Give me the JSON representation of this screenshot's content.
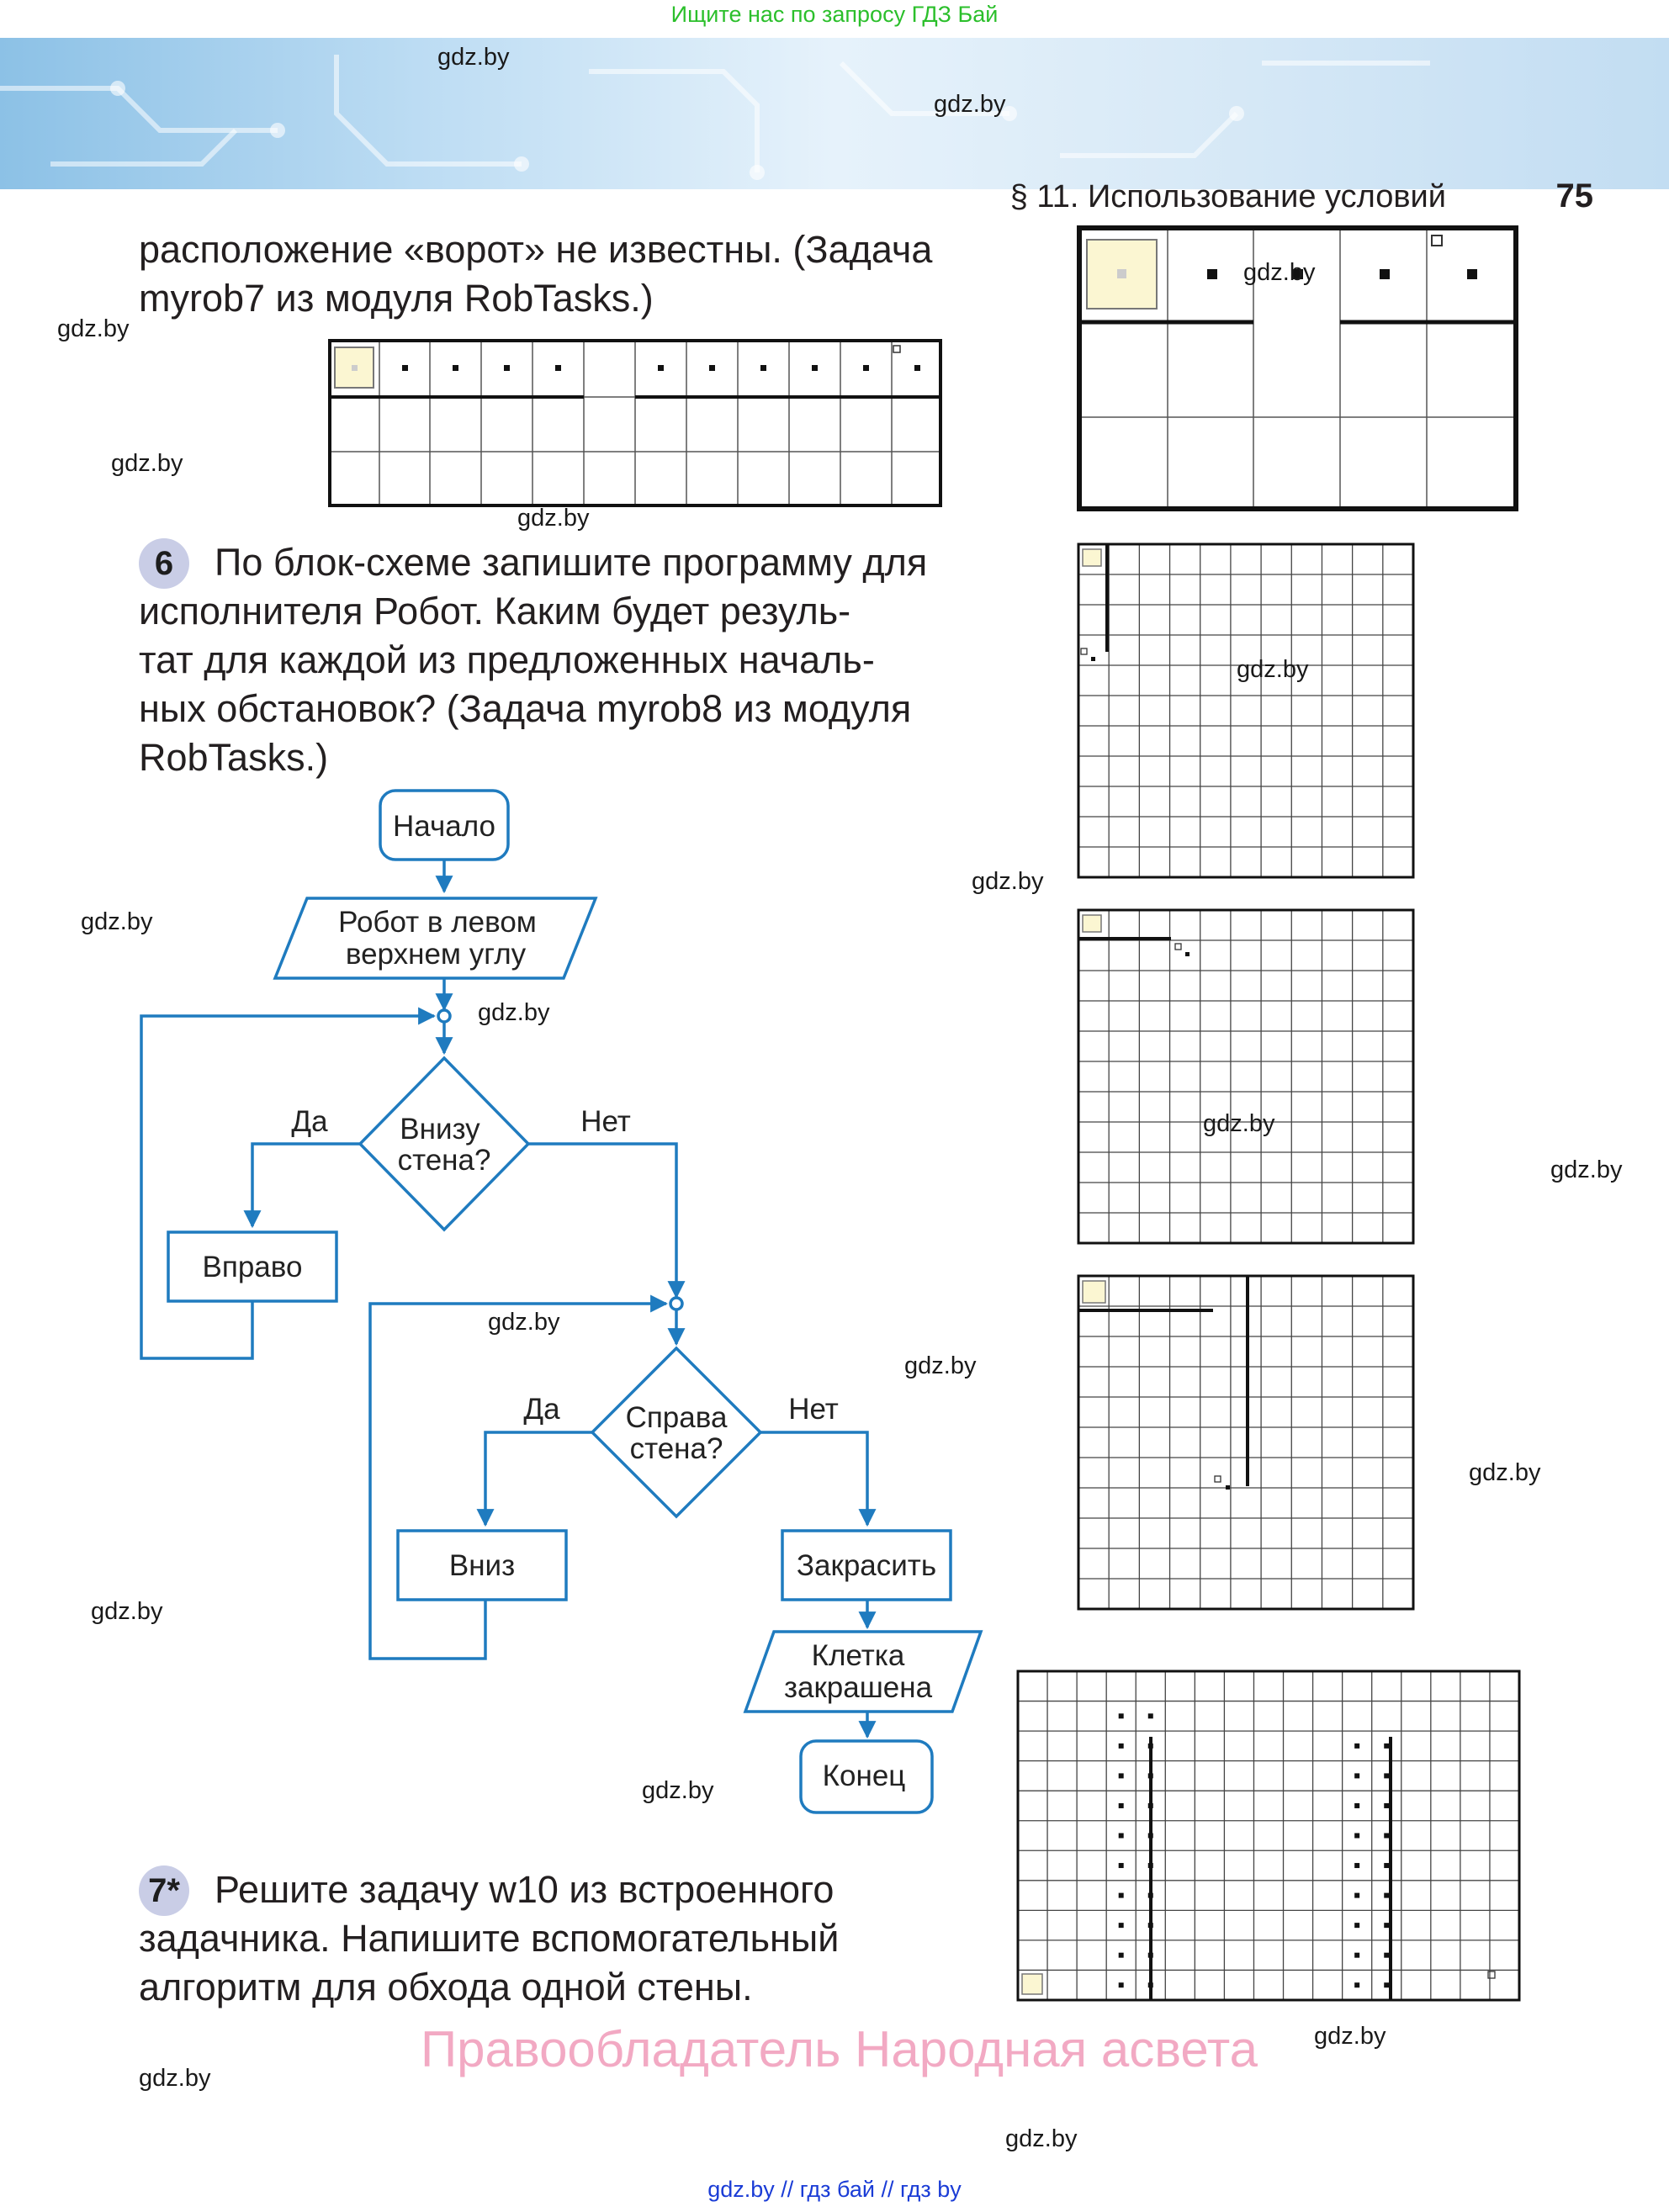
{
  "header": {
    "top_note": "Ищите нас по запросу ГДЗ Бай",
    "section": "§ 11. Использование условий",
    "page_number": "75"
  },
  "watermark": "gdz.by",
  "text": {
    "para1_line1": "расположение «ворот» не известны. (Задача",
    "para1_line2": "myrob7 из модуля RobTasks.)",
    "task6_number": "6",
    "task6_line1": "По блок-схеме запишите программу для",
    "task6_line2": "исполнителя Робот. Каким будет резуль-",
    "task6_line3": "тат для каждой из предложенных началь-",
    "task6_line4": "ных обстановок? (Задача myrob8 из модуля",
    "task6_line5": "RobTasks.)",
    "task7_number": "7*",
    "task7_line1": "Решите задачу w10 из встроенного",
    "task7_line2": "задачника. Напишите вспомогательный",
    "task7_line3": "алгоритм для обхода одной стены."
  },
  "flowchart": {
    "start": "Начало",
    "input_line1": "Робот в левом",
    "input_line2": "верхнем углу",
    "cond1_line1": "Внизу",
    "cond1_line2": "стена?",
    "yes1": "Да",
    "no1": "Нет",
    "right": "Вправо",
    "cond2_line1": "Справа",
    "cond2_line2": "стена?",
    "yes2": "Да",
    "no2": "Нет",
    "down": "Вниз",
    "paint": "Закрасить",
    "output_line1": "Клетка",
    "output_line2": "закрашена",
    "end": "Конец"
  },
  "copyright": "Правообладатель Народная асвета",
  "footer": "gdz.by  //  гдз бай  //  гдз by",
  "colors": {
    "flow_blue": "#1f7bbf",
    "start_cell": "#fbf6d2",
    "top_note_green": "#2bbf2b",
    "footer_blue": "#1a3cd6",
    "copyright_pink": "#f2a9c3",
    "badge": "#c9cde6"
  }
}
